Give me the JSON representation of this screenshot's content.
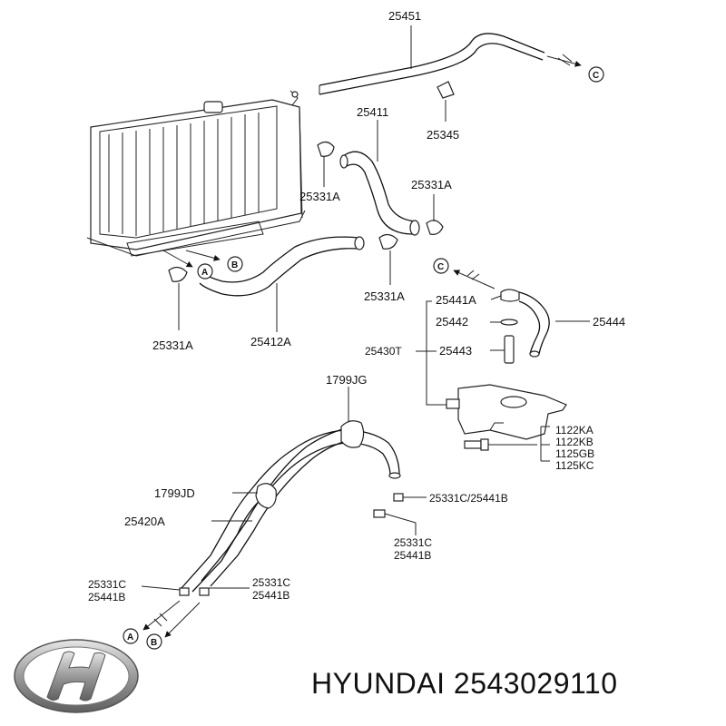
{
  "labels": {
    "p25451": "25451",
    "p25411": "25411",
    "p25345": "25345",
    "p25331A_1": "25331A",
    "p25331A_2": "25331A",
    "p25331A_3": "25331A",
    "p25331A_4": "25331A",
    "p25412A": "25412A",
    "p25441A": "25441A",
    "p25442": "25442",
    "p25443": "25443",
    "p25430T": "25430T",
    "p25444": "25444",
    "p1122KA": "1122KA",
    "p1122KB": "1122KB",
    "p1125GB": "1125GB",
    "p1125KC": "1125KC",
    "p1799JG": "1799JG",
    "p1799JD": "1799JD",
    "p25420A": "25420A",
    "p25331C_25441B_inline": "25331C/25441B",
    "p25331C_a": "25331C",
    "p25441B_a": "25441B",
    "p25331C_b": "25331C",
    "p25441B_b": "25441B",
    "p25331C_c": "25331C",
    "p25441B_c": "25441B"
  },
  "markers": {
    "A": "A",
    "B": "B",
    "C": "C"
  },
  "caption": {
    "brand": "HYUNDAI",
    "part_number": "2543029110"
  },
  "icons": {
    "logo": "hyundai-logo"
  }
}
